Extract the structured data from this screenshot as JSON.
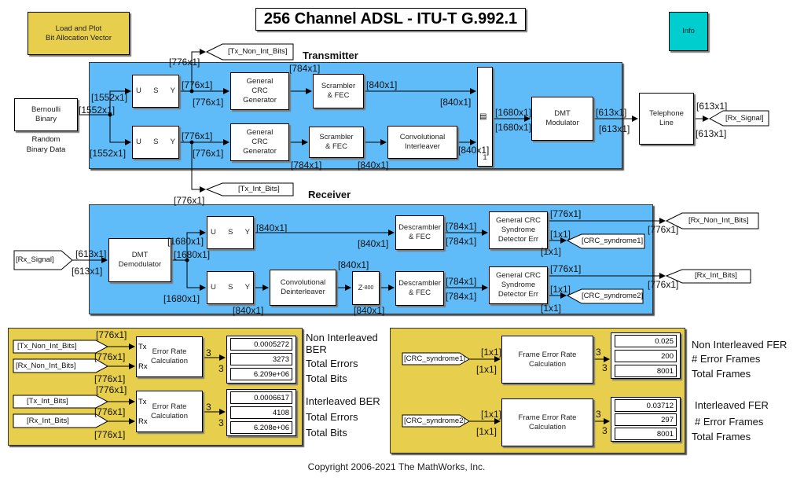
{
  "title": "256 Channel ADSL  - ITU-T G.992.1",
  "buttons": {
    "load_plot": "Load and Plot\nBit Allocation Vector",
    "info": "Info"
  },
  "colors": {
    "subsystem_blue": "#60bbf9",
    "panel_yellow": "#e7ce4c",
    "info_cyan": "#00cece"
  },
  "transmitter": {
    "label": "Transmitter",
    "source": {
      "name": "Bernoulli\nBinary",
      "caption": "Random\nBinary Data"
    },
    "usy": {
      "u": "U",
      "s": "S",
      "y": "Y"
    },
    "crc_gen": "General\nCRC\nGenerator",
    "scrambler": "Scrambler\n& FEC",
    "interleaver": "Convolutional\nInterleaver",
    "concat_port": "1",
    "dmt_mod": "DMT\nModulator",
    "channel": "Telephone\nLine",
    "goto_tx_non_int": "[Tx_Non_Int_Bits]",
    "goto_tx_int": "[Tx_Int_Bits]",
    "goto_rx_signal": "[Rx_Signal]"
  },
  "receiver": {
    "label": "Receiver",
    "from_rx_signal": "[Rx_Signal]",
    "dmt_demod": "DMT\nDemodulator",
    "deinterleaver": "Convolutional\nDeinterleaver",
    "delay": "Z",
    "delay_exp": "-800",
    "descrambler": "Descrambler\n& FEC",
    "crc_det": "General CRC\nSyndrome\nDetector Err",
    "goto_crc1": "[CRC_syndrome1]",
    "goto_crc2": "[CRC_syndrome2]",
    "goto_rx_non_int": "[Rx_Non_Int_Bits]",
    "goto_rx_int": "[Rx_Int_Bits]"
  },
  "signals": [
    "[776x1]",
    "[1552x1]",
    "[1552x1]",
    "[1552x1]",
    "[776x1]",
    "[776x1]",
    "[776x1]",
    "[776x1]",
    "[784x1]",
    "[784x1]",
    "[840x1]",
    "[840x1]",
    "[840x1]",
    "[840x1]",
    "[1680x1]",
    "[1680x1]",
    "[613x1]",
    "[613x1]",
    "[613x1]",
    "[613x1]",
    "[776x1]",
    "[613x1]",
    "[613x1]",
    "[1680x1]",
    "[1680x1]",
    "[1680x1]",
    "[840x1]",
    "[840x1]",
    "[840x1]",
    "[840x1]",
    "[840x1]",
    "[784x1]",
    "[784x1]",
    "[784x1]",
    "[784x1]",
    "[776x1]",
    "[776x1]",
    "[776x1]",
    "[776x1]",
    "[1x1]",
    "[1x1]",
    "[1x1]",
    "[1x1]"
  ],
  "ber": {
    "from": [
      "[Tx_Non_Int_Bits]",
      "[Rx_Non_Int_Bits]",
      "[Tx_Int_Bits]",
      "[Rx_Int_Bits]"
    ],
    "calc": "Error Rate\nCalculation",
    "tx": "Tx",
    "rx": "Rx",
    "width": "3",
    "non_int_values": [
      "0.0005272",
      "3273",
      "6.209e+06"
    ],
    "int_values": [
      "0.0006617",
      "4108",
      "6.208e+06"
    ],
    "non_int_labels": [
      "Non Interleaved BER",
      "Total Errors",
      "Total Bits"
    ],
    "int_labels": [
      "Interleaved BER",
      "Total Errors",
      "Total Bits"
    ],
    "sig": [
      "[776x1]",
      "[776x1]",
      "[776x1]",
      "[776x1]",
      "[776x1]",
      "[776x1]"
    ]
  },
  "fer": {
    "from": [
      "[CRC_syndrome1]",
      "[CRC_syndrome2]"
    ],
    "calc": "Frame Error Rate\nCalculation",
    "width": "3",
    "sig": "[1x1]",
    "non_int_values": [
      "0.025",
      "200",
      "8001"
    ],
    "int_values": [
      "0.03712",
      "297",
      "8001"
    ],
    "non_int_labels": [
      "Non Interleaved FER",
      "# Error Frames",
      "Total Frames"
    ],
    "int_labels": [
      "Interleaved FER",
      "# Error Frames",
      "Total Frames"
    ]
  },
  "copyright": "Copyright 2006-2021 The MathWorks, Inc."
}
